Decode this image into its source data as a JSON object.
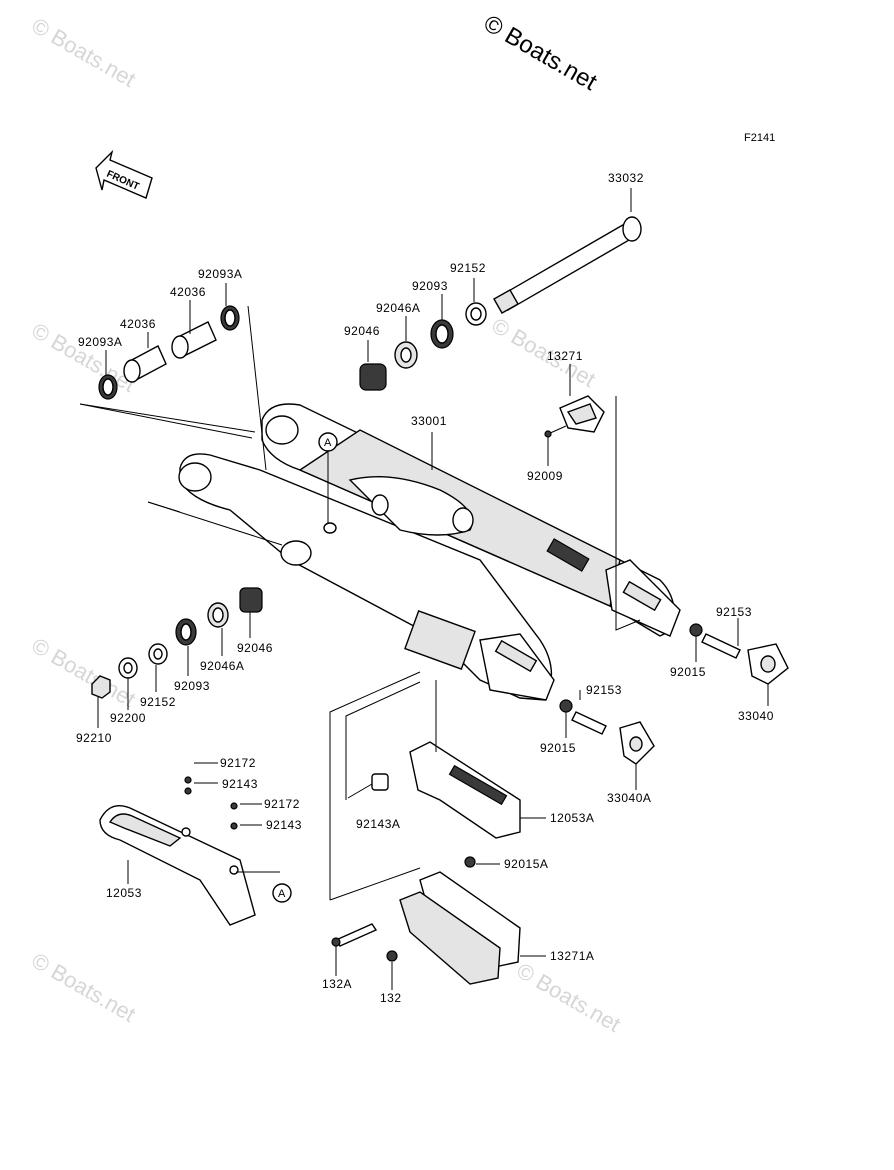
{
  "copyright": "© Boats.net",
  "watermark": "© Boats.net",
  "figure_code": "F2141",
  "front_label": "FRONT",
  "callout_a": "A",
  "parts": [
    {
      "id": "p33032",
      "number": "33032"
    },
    {
      "id": "p92093A_top",
      "number": "92093A"
    },
    {
      "id": "p42036_top",
      "number": "42036"
    },
    {
      "id": "p42036",
      "number": "42036"
    },
    {
      "id": "p92093A_left",
      "number": "92093A"
    },
    {
      "id": "p92152_top",
      "number": "92152"
    },
    {
      "id": "p92093_top",
      "number": "92093"
    },
    {
      "id": "p92046A_top",
      "number": "92046A"
    },
    {
      "id": "p92046_top",
      "number": "92046"
    },
    {
      "id": "p13271",
      "number": "13271"
    },
    {
      "id": "p33001",
      "number": "33001"
    },
    {
      "id": "p92009",
      "number": "92009"
    },
    {
      "id": "p92153_r",
      "number": "92153"
    },
    {
      "id": "p92015_r",
      "number": "92015"
    },
    {
      "id": "p33040",
      "number": "33040"
    },
    {
      "id": "p92046_bot",
      "number": "92046"
    },
    {
      "id": "p92046A_bot",
      "number": "92046A"
    },
    {
      "id": "p92093_bot",
      "number": "92093"
    },
    {
      "id": "p92152_bot",
      "number": "92152"
    },
    {
      "id": "p92200",
      "number": "92200"
    },
    {
      "id": "p92210",
      "number": "92210"
    },
    {
      "id": "p92153_m",
      "number": "92153"
    },
    {
      "id": "p92015_m",
      "number": "92015"
    },
    {
      "id": "p33040A",
      "number": "33040A"
    },
    {
      "id": "p92172_a",
      "number": "92172"
    },
    {
      "id": "p92143_a",
      "number": "92143"
    },
    {
      "id": "p92172_b",
      "number": "92172"
    },
    {
      "id": "p92143_b",
      "number": "92143"
    },
    {
      "id": "p12053",
      "number": "12053"
    },
    {
      "id": "p92143A",
      "number": "92143A"
    },
    {
      "id": "p12053A",
      "number": "12053A"
    },
    {
      "id": "p92015A",
      "number": "92015A"
    },
    {
      "id": "p13271A",
      "number": "13271A"
    },
    {
      "id": "p132A",
      "number": "132A"
    },
    {
      "id": "p132",
      "number": "132"
    }
  ]
}
